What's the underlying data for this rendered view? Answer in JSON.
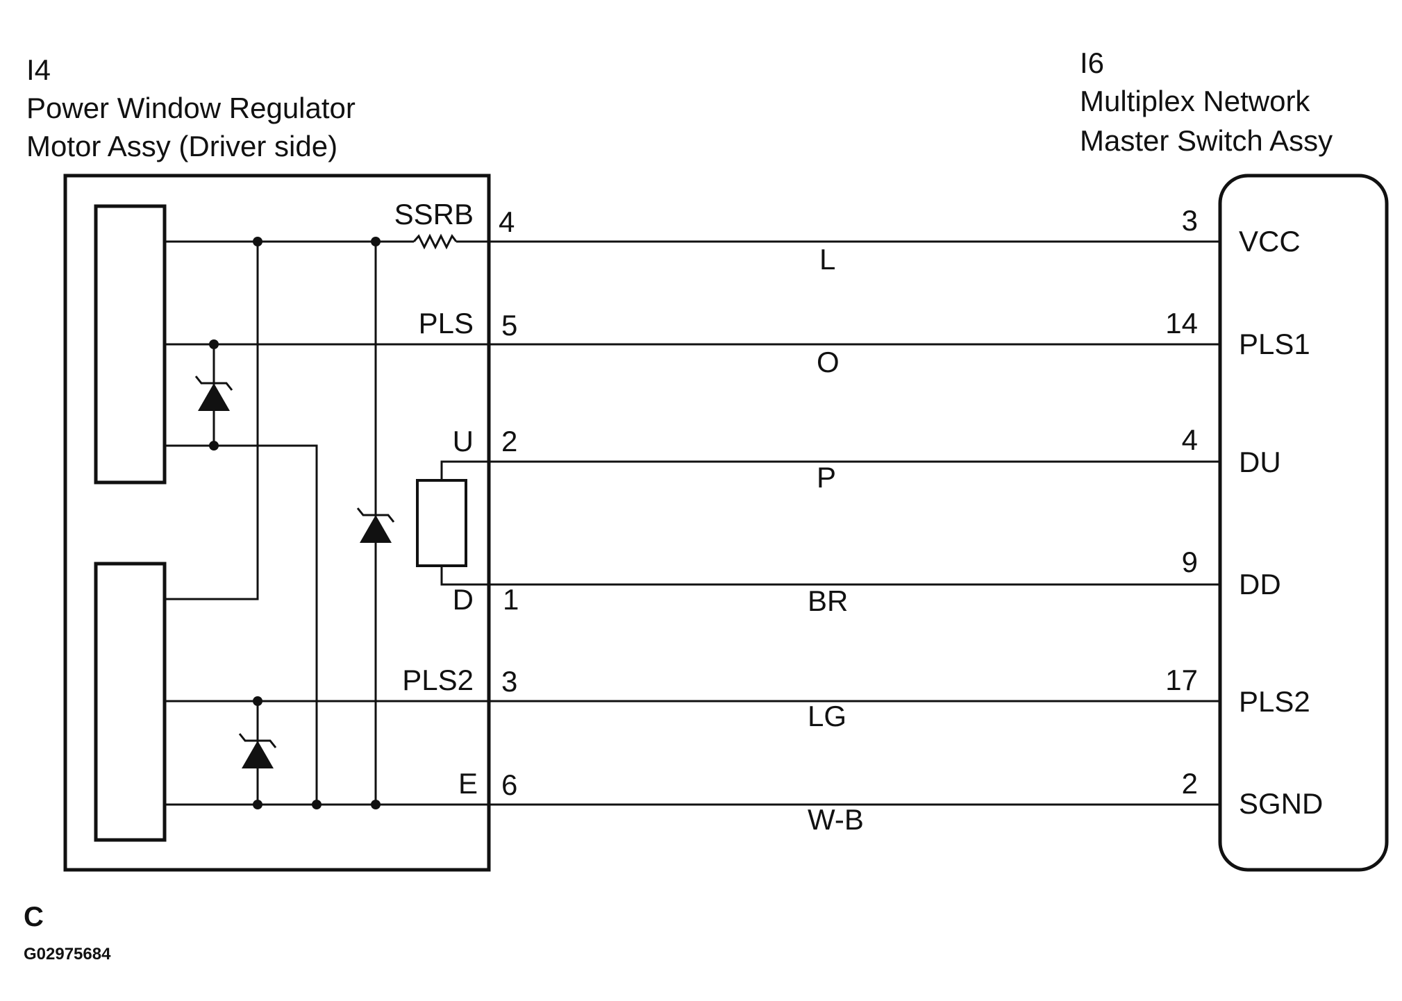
{
  "left_connector": {
    "id": "I4",
    "name_line1": "Power Window Regulator",
    "name_line2": "Motor Assy (Driver side)"
  },
  "right_connector": {
    "id": "I6",
    "name_line1": "Multiplex Network",
    "name_line2": "Master Switch Assy"
  },
  "wires": [
    {
      "left_label": "SSRB",
      "left_pin": "4",
      "color": "L",
      "right_pin": "3",
      "right_label": "VCC"
    },
    {
      "left_label": "PLS",
      "left_pin": "5",
      "color": "O",
      "right_pin": "14",
      "right_label": "PLS1"
    },
    {
      "left_label": "U",
      "left_pin": "2",
      "color": "P",
      "right_pin": "4",
      "right_label": "DU"
    },
    {
      "left_label": "D",
      "left_pin": "1",
      "color": "BR",
      "right_pin": "9",
      "right_label": "DD"
    },
    {
      "left_label": "PLS2",
      "left_pin": "3",
      "color": "LG",
      "right_pin": "17",
      "right_label": "PLS2"
    },
    {
      "left_label": "E",
      "left_pin": "6",
      "color": "W-B",
      "right_pin": "2",
      "right_label": "SGND"
    }
  ],
  "footer": {
    "section": "C",
    "figure_id": "G02975684"
  }
}
